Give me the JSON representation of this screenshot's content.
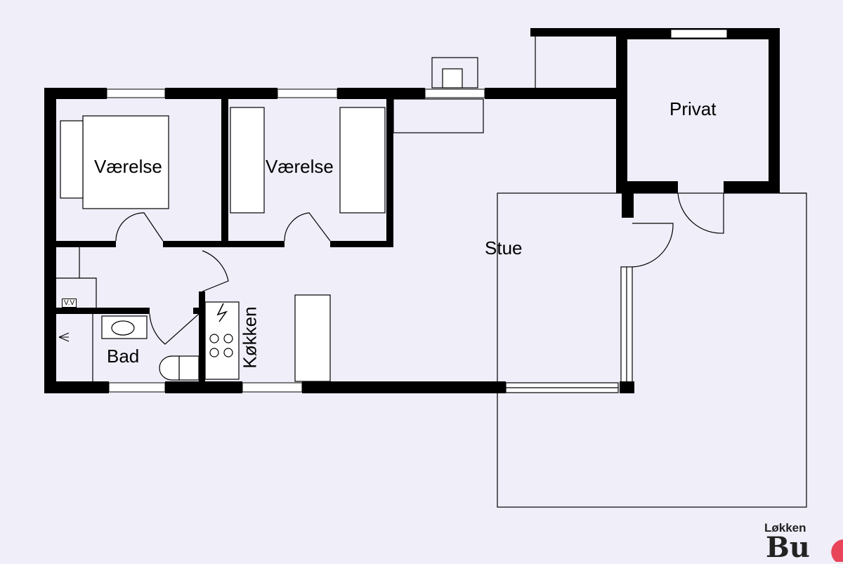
{
  "rooms": {
    "bedroom1": "Værelse",
    "bedroom2": "Værelse",
    "living": "Stue",
    "private": "Privat",
    "bath": "Bad",
    "kitchen": "Køkken",
    "utility": "V.V"
  },
  "logo": {
    "line1": "Løkken",
    "line2": "Bu"
  },
  "colors": {
    "background": "#efeef9",
    "wall": "#000000"
  }
}
